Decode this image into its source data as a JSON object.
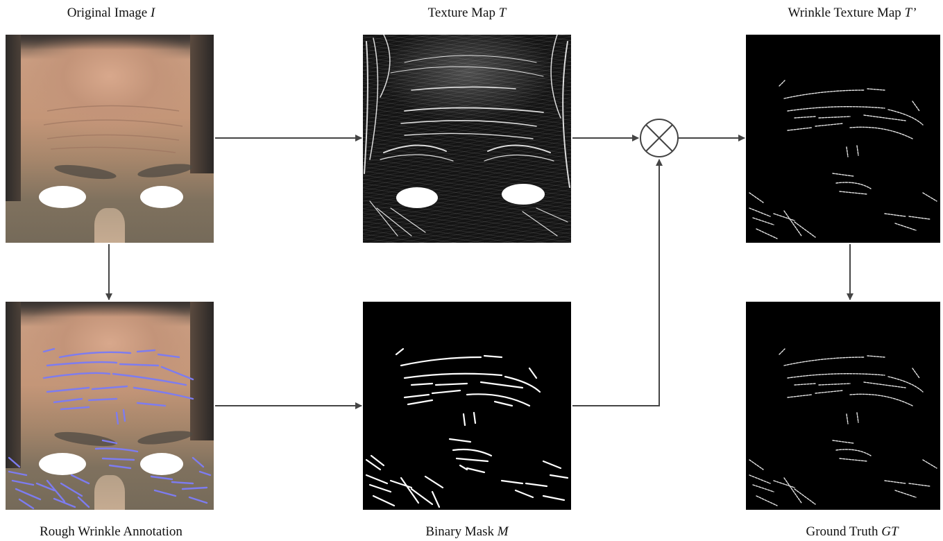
{
  "labels": {
    "original": {
      "text": "Original Image ",
      "var": "I"
    },
    "texture": {
      "text": "Texture Map ",
      "var": "T"
    },
    "wrinkle_texture": {
      "text": "Wrinkle Texture Map ",
      "var": "T’"
    },
    "rough": {
      "text": "Rough Wrinkle Annotation",
      "var": ""
    },
    "binary": {
      "text": "Binary Mask ",
      "var": "M"
    },
    "ground_truth": {
      "text": "Ground Truth ",
      "var": "GT"
    }
  },
  "operator": {
    "symbol": "⊗",
    "name": "element-wise multiplication"
  },
  "colors": {
    "annotation": "#7d7cf0",
    "arrow": "#444444",
    "mask_background": "#000000",
    "wrinkle_line": "#ffffff"
  }
}
